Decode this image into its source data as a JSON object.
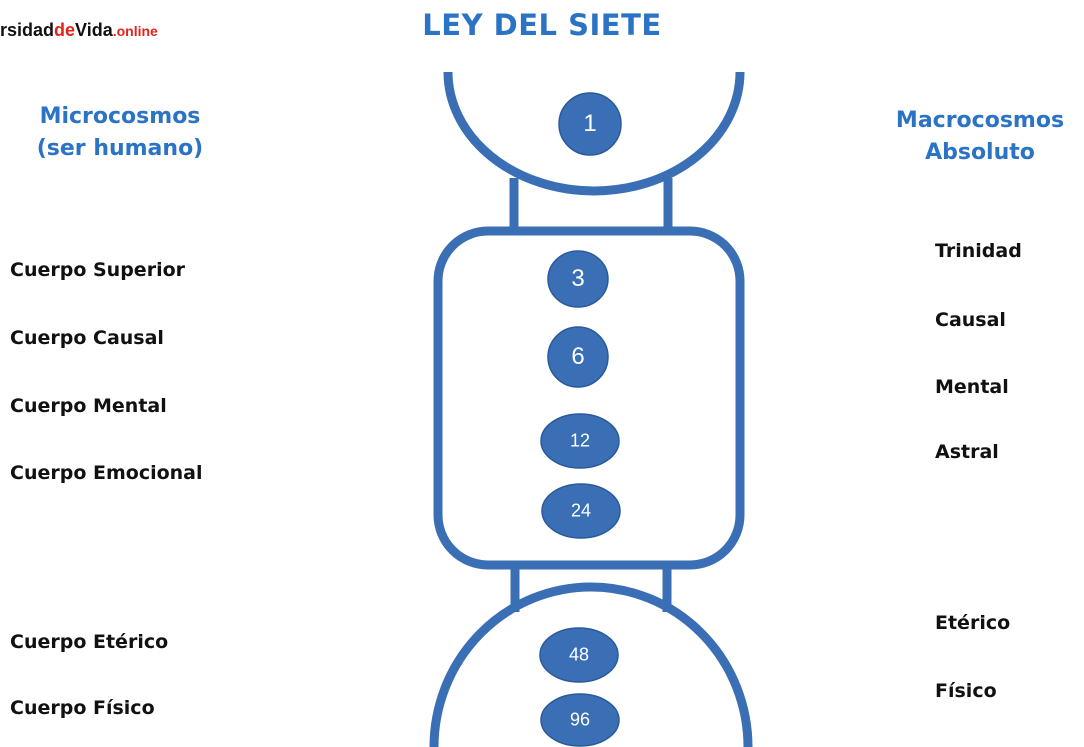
{
  "logo": {
    "part1": "rsidad",
    "part2": "de",
    "part3": "Vida",
    "part4": ".online"
  },
  "title": "LEY DEL SIETE",
  "microcosmos": {
    "line1": "Microcosmos",
    "line2": "(ser humano)"
  },
  "macrocosmos": {
    "line1": "Macrocosmos",
    "line2": "Absoluto"
  },
  "left_labels": [
    "Cuerpo Superior",
    "Cuerpo Causal",
    "Cuerpo Mental",
    "Cuerpo Emocional",
    "Cuerpo Etérico",
    "Cuerpo Físico"
  ],
  "right_labels": [
    "Trinidad",
    "Causal",
    "Mental",
    "Astral",
    "Etérico",
    "Físico"
  ],
  "numbers": [
    "1",
    "3",
    "6",
    "12",
    "24",
    "48",
    "96"
  ],
  "colors": {
    "accent": "#2b73c4",
    "node_fill": "#3a6fb6",
    "node_stroke": "#2a5a9c"
  }
}
